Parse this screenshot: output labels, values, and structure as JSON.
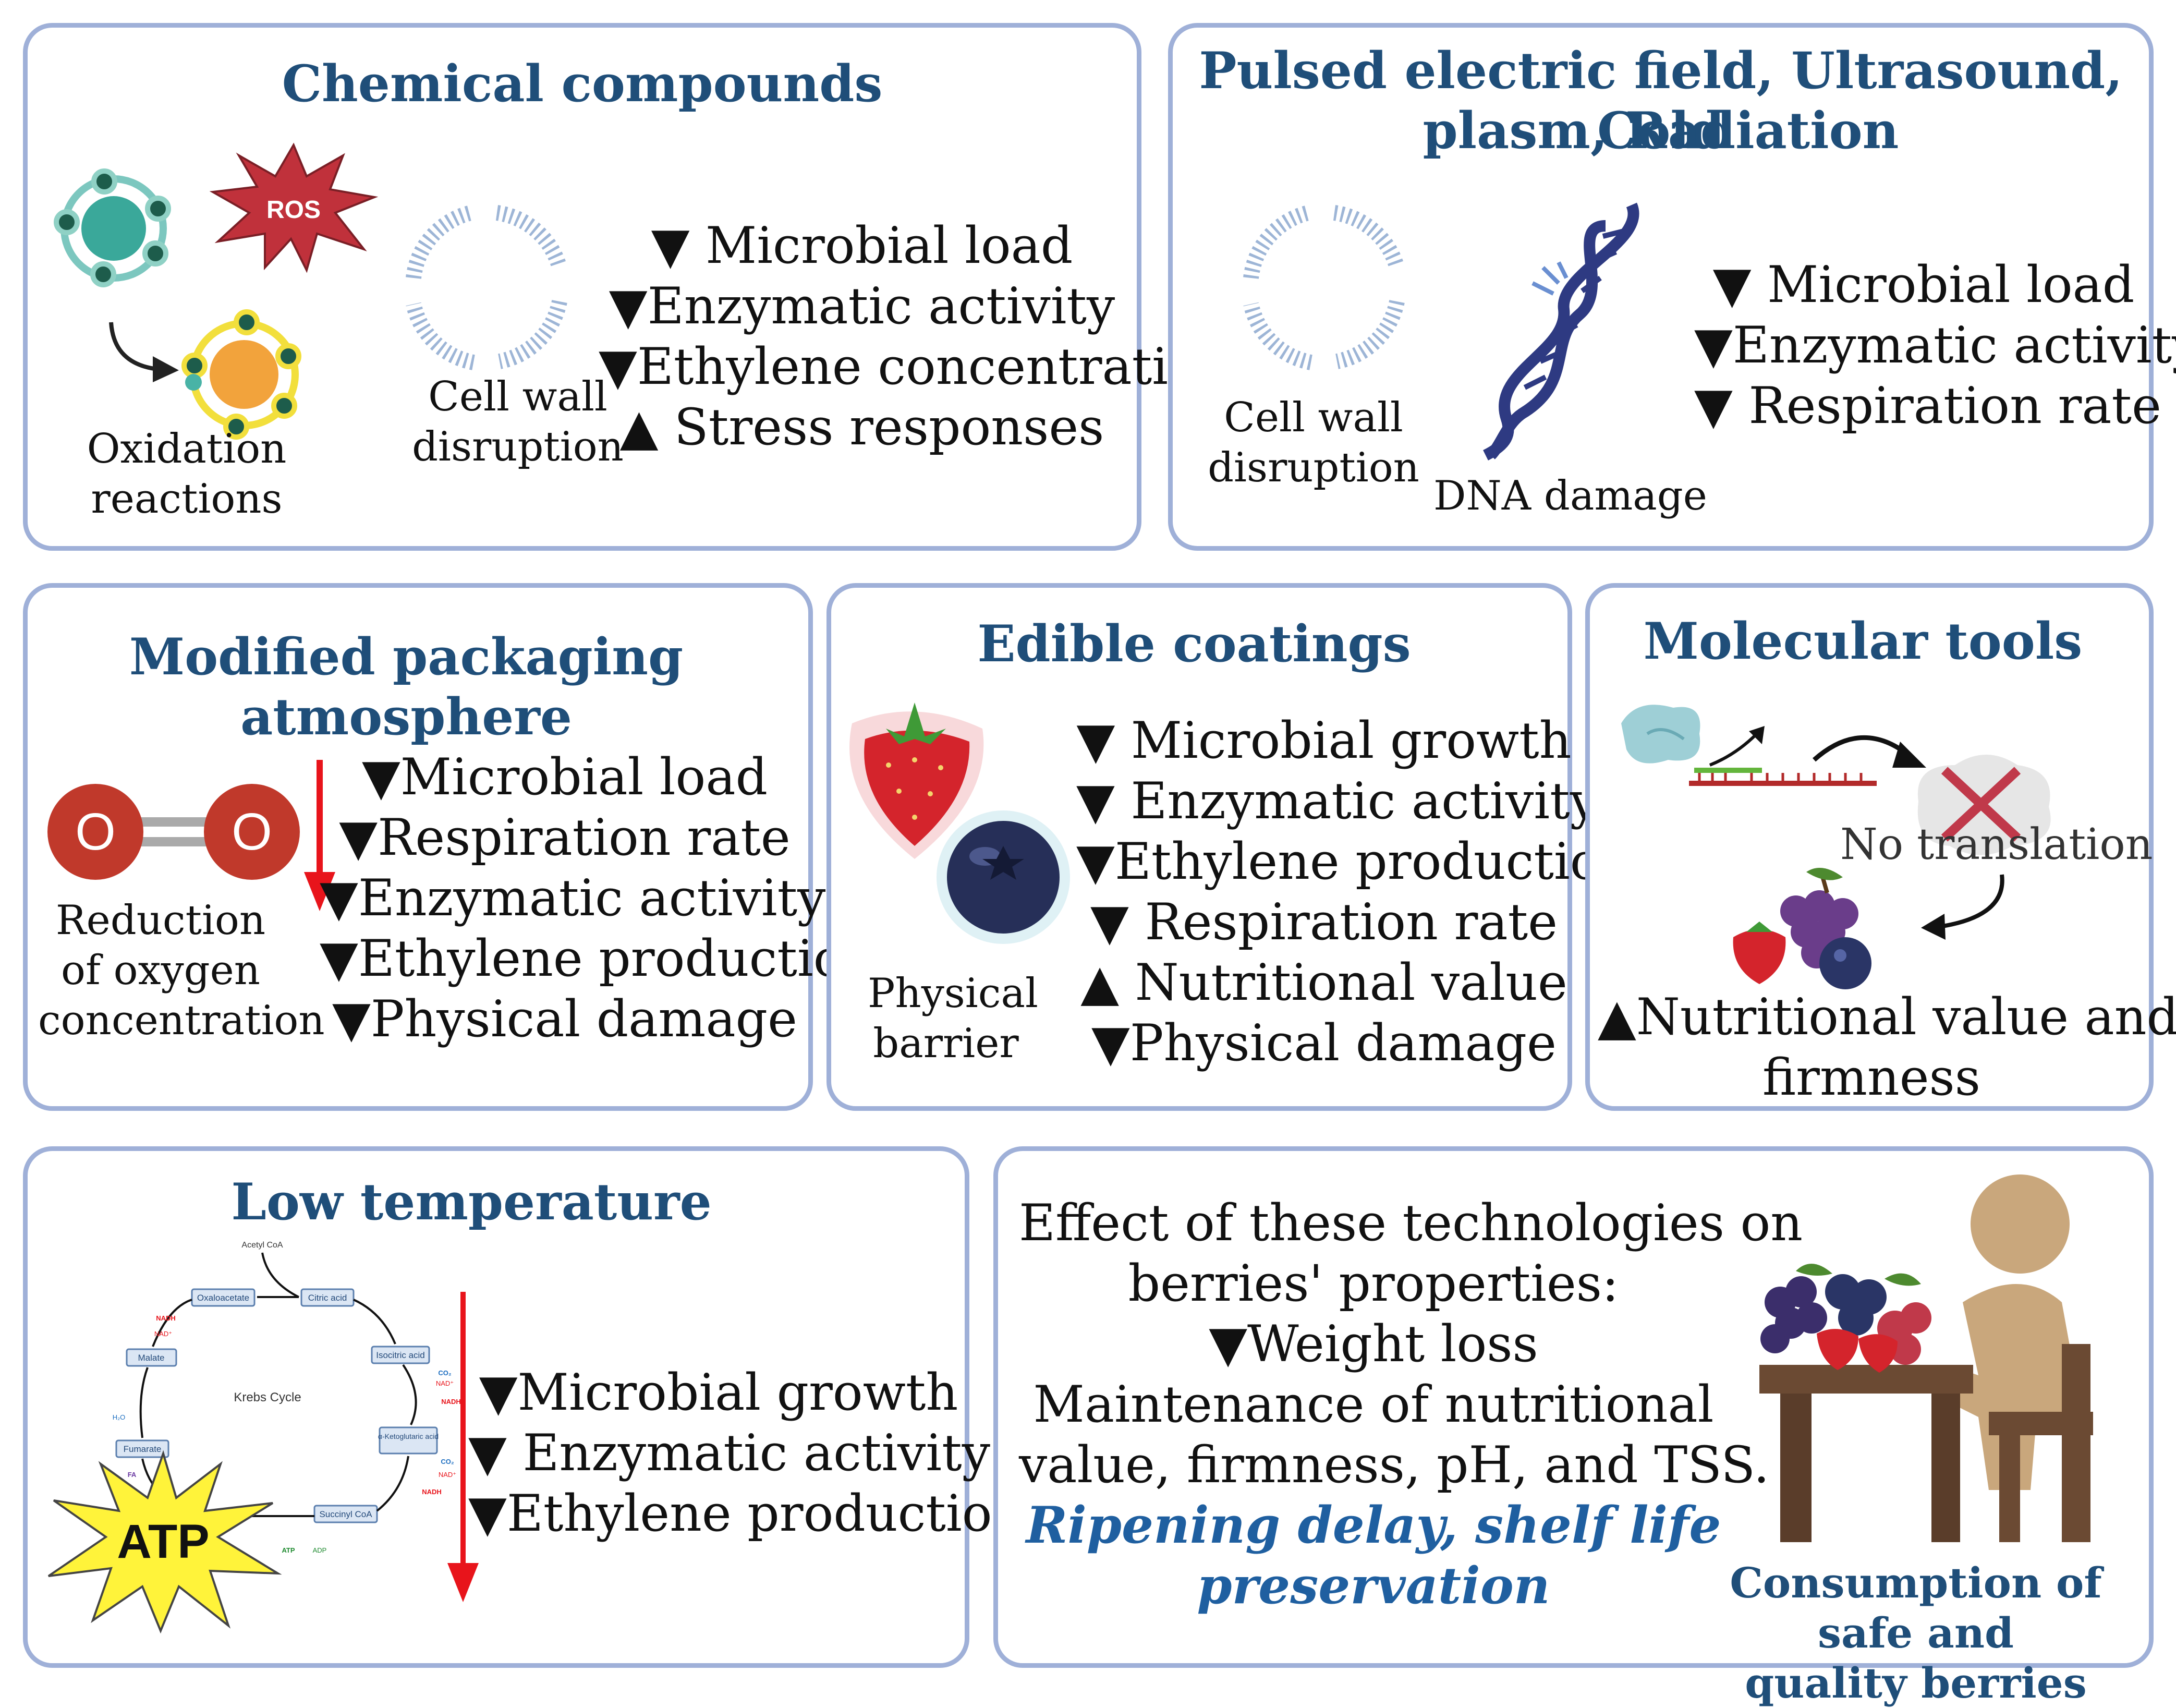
{
  "panels": {
    "chemical": {
      "title": "Chemical compounds",
      "ros_label": "ROS",
      "captions": [
        "Oxidation reactions",
        "Cell wall disruption"
      ],
      "effects": [
        "▼ Microbial load",
        "▼Enzymatic activity",
        "▼Ethylene concentration",
        "▲ Stress responses"
      ]
    },
    "pulsed": {
      "title_lines": [
        "Pulsed electric field, Ultrasound, Cold",
        "plasm, Radiation"
      ],
      "captions": [
        "Cell wall disruption",
        "DNA damage"
      ],
      "effects": [
        "▼ Microbial load",
        "▼Enzymatic activity",
        "▼ Respiration rate"
      ]
    },
    "map": {
      "title": "Modified packaging atmosphere",
      "atom_label": "O",
      "caption": "Reduction of oxygen concentration",
      "effects": [
        "▼Microbial load",
        "▼Respiration rate",
        "▼Enzymatic activity",
        "▼Ethylene production",
        "▼Physical damage"
      ]
    },
    "edible": {
      "title": "Edible coatings",
      "caption": "Physical barrier",
      "effects": [
        "▼ Microbial growth",
        "▼ Enzymatic activity",
        "▼Ethylene production",
        "▼ Respiration rate",
        "▲ Nutritional value",
        "▼Physical damage"
      ]
    },
    "molecular": {
      "title": "Molecular tools",
      "note": "No translation",
      "effects": [
        "▲Nutritional value and",
        "firmness"
      ]
    },
    "low_temp": {
      "title": "Low temperature",
      "krebs": {
        "center": "Krebs Cycle",
        "nodes": [
          "Acetyl CoA",
          "Citric acid",
          "Isocitric acid",
          "α-Ketoglutaric acid",
          "Succinyl CoA",
          "Fumarate",
          "Malate",
          "Oxaloacetate"
        ],
        "small_labels": [
          "NADH",
          "NAD⁺",
          "CO₂",
          "NAD⁺",
          "NADH",
          "CO₂",
          "NAD⁺",
          "NADH",
          "H₂O",
          "FA",
          "ATP",
          "ADP"
        ],
        "atp": "ATP"
      },
      "effects": [
        "▼Microbial growth",
        "▼ Enzymatic activity",
        "▼Ethylene production"
      ]
    },
    "summary": {
      "lines": [
        "Effect of these technologies on",
        "berries' properties:",
        "▼Weight loss",
        "Maintenance of nutritional",
        "value, firmness, pH, and TSS."
      ],
      "highlight_lines": [
        "Ripening delay, shelf life",
        "preservation"
      ],
      "caption_lines": [
        "Consumption of safe and",
        "quality berries"
      ]
    }
  },
  "colors": {
    "border": "#9fb0d8",
    "title": "#1f4e79",
    "highlight": "#1f5fa0",
    "arrow_red": "#e8141b",
    "ros": "#c0313b",
    "o2": "#c0392b"
  }
}
